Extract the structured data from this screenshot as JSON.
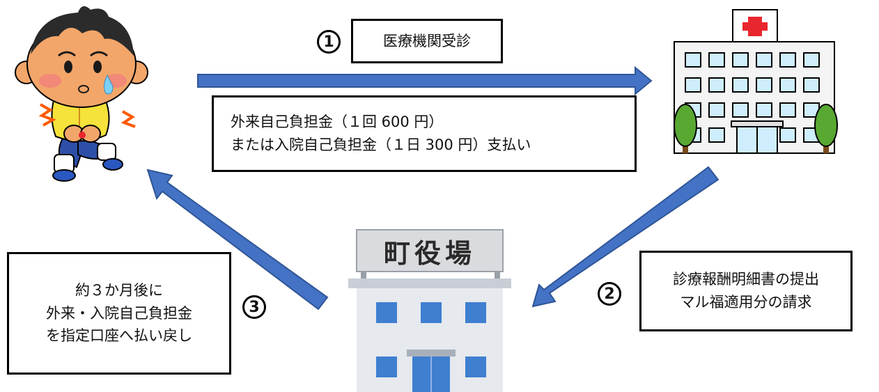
{
  "steps": {
    "one": {
      "number": "1",
      "label": "医療機関受診"
    },
    "two": {
      "number": "2",
      "lines": [
        "診療報酬明細書の提出",
        "マル福適用分の請求"
      ]
    },
    "three": {
      "number": "3",
      "lines": [
        "約３か月後に",
        "外来・入院自己負担金",
        "を指定口座へ払い戻し"
      ]
    }
  },
  "payment": {
    "lines": [
      "外来自己負担金（１回 600 円）",
      "または入院自己負担金（１日 300 円）支払い"
    ]
  },
  "town_hall": {
    "sign": "町役場"
  },
  "icons": {
    "child": "sick-child-icon",
    "hospital": "hospital-icon",
    "town_hall": "town-hall-icon"
  },
  "colors": {
    "arrow": "#4472c4",
    "arrow_stroke": "#2f5597",
    "hospital_window": "#cfeefd",
    "hospital_cross": "#e8262d",
    "tree": "#58a832",
    "town_hall_wall": "#e6e9ee",
    "town_hall_window": "#3f7fd0"
  }
}
